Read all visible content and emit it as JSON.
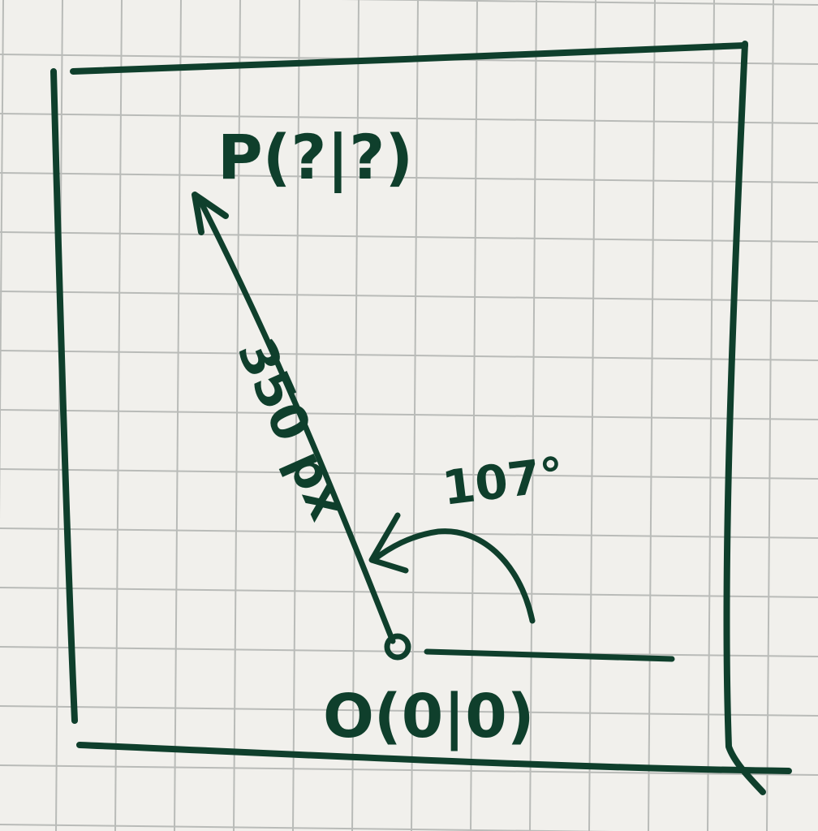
{
  "paper": {
    "background": "#f1f0ec",
    "grid_color": "#b9bbb8"
  },
  "ink_color": "#0f3f2c",
  "labels": {
    "point_p": "P(?|?)",
    "origin": "O(0|0)",
    "length": "350 px",
    "angle": "107°"
  }
}
